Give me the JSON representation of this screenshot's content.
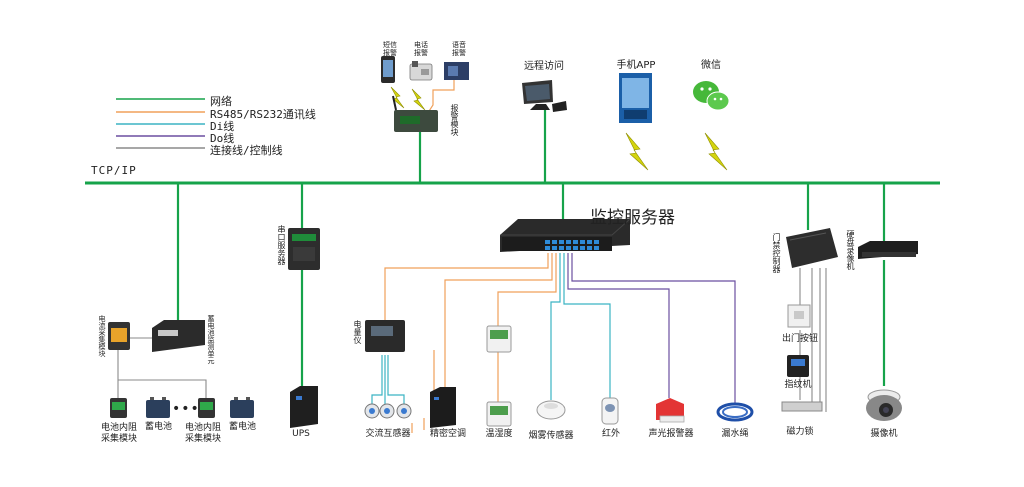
{
  "legend": {
    "network": "网络",
    "serial": "RS485/RS232通讯线",
    "di": "Di线",
    "do": "Do线",
    "control": "连接线/控制线"
  },
  "colors": {
    "network": "#16a34a",
    "serial": "#f0a05a",
    "di": "#3bb3c3",
    "do": "#6b4fa0",
    "control": "#8a8a8a"
  },
  "bus_label": "TCP/IP",
  "top": {
    "sms_alarm": "短信报警",
    "phone_alarm": "电话报警",
    "voice_alarm": "语音报警",
    "alarm_module": "报警模块",
    "remote_access": "远程访问",
    "mobile_app": "手机APP",
    "wechat": "微信"
  },
  "server_title": "监控服务器",
  "serial_server": "串口服务器",
  "meter": "电量仪",
  "access_controller": "门禁控制器",
  "dvr": "硬盘录像机",
  "battery": {
    "current_module": "电流采集模块",
    "monitor_unit": "蓄电池监测单元",
    "resistance_module": "电池内阻采集模块",
    "battery": "蓄电池",
    "dots": "•••"
  },
  "bottom": {
    "ups": "UPS",
    "ac_transformer": "交流互感器",
    "precision_ac": "精密空调",
    "temp_humidity": "温湿度",
    "smoke": "烟雾传感器",
    "infrared": "红外",
    "siren": "声光报警器",
    "leak_rope": "漏水绳",
    "exit_button": "出门按钮",
    "fingerprint": "指纹机",
    "maglock": "磁力锁",
    "camera": "摄像机"
  }
}
